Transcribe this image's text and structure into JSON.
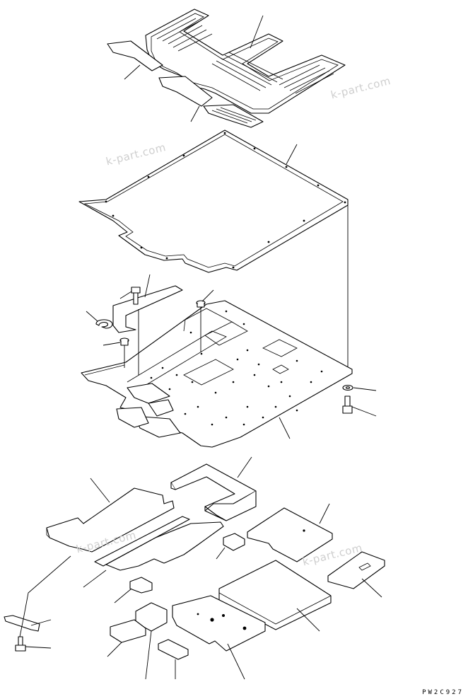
{
  "watermarks": [
    "k-part.com",
    "k-part.com",
    "k-part.com",
    "k-part.com"
  ],
  "drawing_code": "PW2C927"
}
